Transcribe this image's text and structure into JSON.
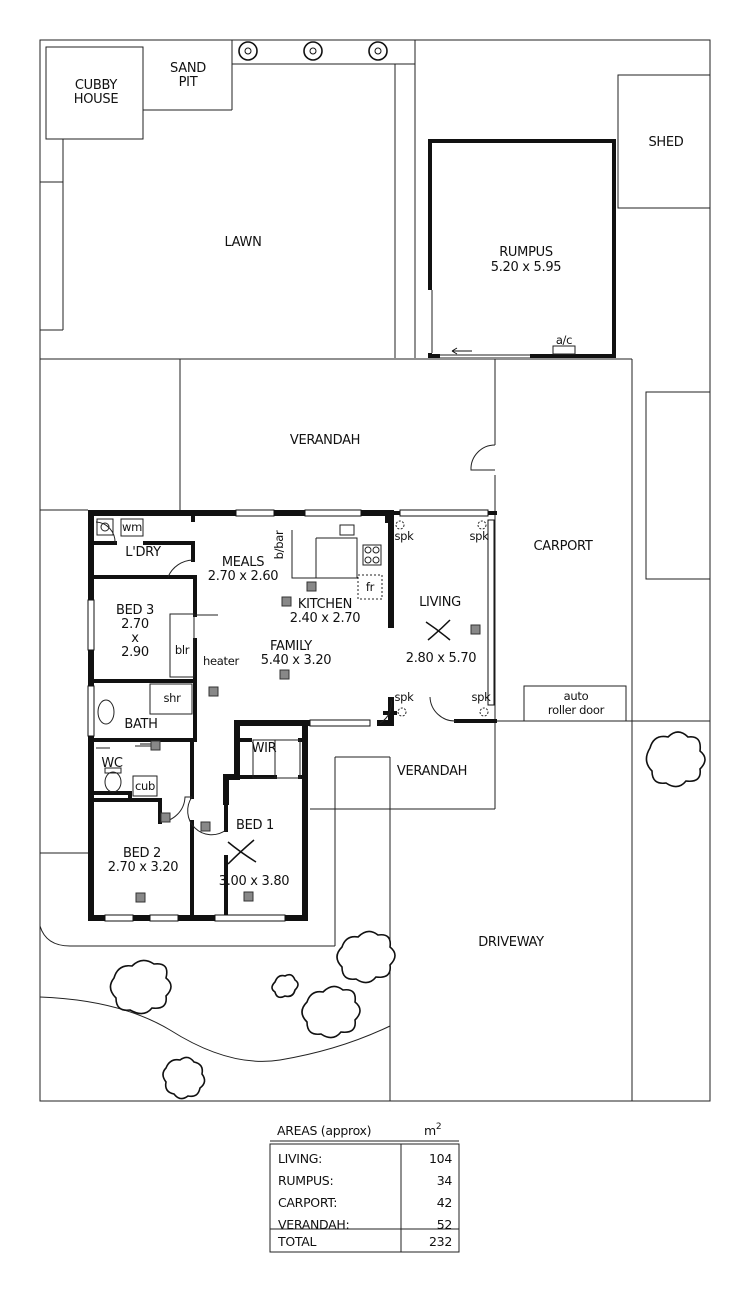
{
  "title": "",
  "outdoor": {
    "cubby": "CUBBY\nHOUSE",
    "sandpit": "SAND\nPIT",
    "lawn": "LAWN",
    "shed": "SHED",
    "verandah_top": "VERANDAH",
    "verandah_mid": "VERANDAH",
    "carport": "CARPORT",
    "auto_door": "auto\nroller door",
    "driveway": "DRIVEWAY"
  },
  "rooms": {
    "rumpus": {
      "name": "RUMPUS",
      "dim": "5.20 x 5.95",
      "ac": "a/c"
    },
    "laundry": {
      "name": "L'DRY",
      "wm": "wm"
    },
    "meals": {
      "name": "MEALS",
      "dim": "2.70 x 2.60",
      "bbar": "b/bar"
    },
    "kitchen": {
      "name": "KITCHEN",
      "dim": "2.40 x 2.70",
      "fr": "fr"
    },
    "living": {
      "name": "LIVING",
      "dim": "2.80 x 5.70",
      "spk": "spk"
    },
    "bed3": {
      "name": "BED 3",
      "dim1": "2.70",
      "x": "x",
      "dim2": "2.90",
      "blr": "blr"
    },
    "family": {
      "name": "FAMILY",
      "dim": "5.40 x 3.20",
      "heater": "heater"
    },
    "bath": {
      "name": "BATH",
      "shr": "shr"
    },
    "wc": {
      "name": "WC",
      "cub": "cub"
    },
    "wir": {
      "name": "WIR"
    },
    "bed1": {
      "name": "BED 1",
      "dim": "3.00 x 3.80"
    },
    "bed2": {
      "name": "BED 2",
      "dim": "2.70 x 3.20"
    }
  },
  "areas": {
    "heading": "AREAS (approx)",
    "unit": "m",
    "unit_sup": "2",
    "rows": [
      {
        "label": "LIVING:",
        "value": "104"
      },
      {
        "label": "RUMPUS:",
        "value": "34"
      },
      {
        "label": "CARPORT:",
        "value": "42"
      },
      {
        "label": "VERANDAH:",
        "value": "52"
      }
    ],
    "total_label": "TOTAL",
    "total_value": "232"
  }
}
